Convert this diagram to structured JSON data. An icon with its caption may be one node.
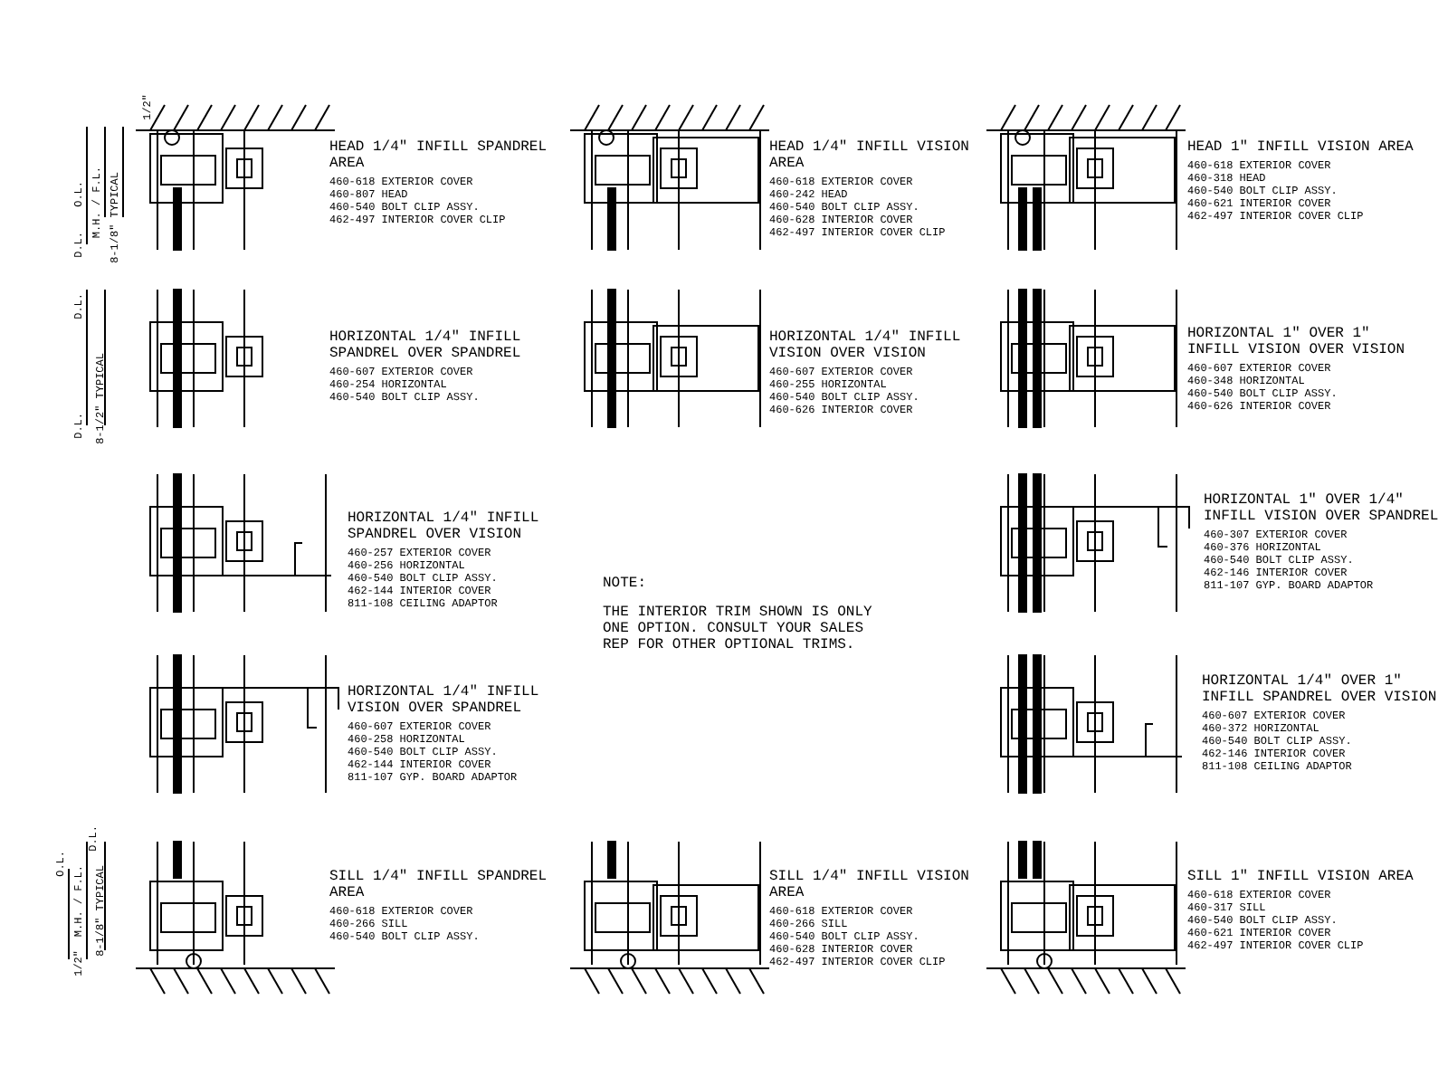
{
  "diagram": {
    "labels": [
      "1/2\"",
      "O.L.",
      "M.H. / F.L.",
      "8-1/8\" TYPICAL",
      "D.L.",
      "HEAD 1/4\" INFILL SPANDREL AREA",
      "460-618 EXTERIOR COVER",
      "460-807 HEAD",
      "460-540 BOLT CLIP ASSY.",
      "462-497 INTERIOR COVER CLIP",
      "HEAD 1/4\" INFILL VISION AREA",
      "460-618 EXTERIOR COVER",
      "460-242 HEAD",
      "460-540 BOLT CLIP ASSY.",
      "460-628 INTERIOR COVER",
      "462-497 INTERIOR COVER CLIP",
      "HEAD 1\" INFILL VISION AREA",
      "460-618 EXTERIOR COVER",
      "460-318 HEAD",
      "460-540 BOLT CLIP ASSY.",
      "460-621 INTERIOR COVER",
      "462-497 INTERIOR COVER CLIP",
      "D.L.",
      "8-1/2\" TYPICAL",
      "D.L.",
      "HORIZONTAL 1/4\" INFILL SPANDREL OVER SPANDREL",
      "460-607 EXTERIOR COVER",
      "460-254 HORIZONTAL",
      "460-540 BOLT CLIP ASSY.",
      "HORIZONTAL 1/4\" INFILL VISION OVER VISION",
      "460-607 EXTERIOR COVER",
      "460-255 HORIZONTAL",
      "460-540 BOLT CLIP ASSY.",
      "460-626 INTERIOR COVER",
      "HORIZONTAL 1\" OVER 1\" INFILL VISION OVER VISION",
      "460-607 EXTERIOR COVER",
      "460-348 HORIZONTAL",
      "460-540 BOLT CLIP ASSY.",
      "460-626 INTERIOR COVER",
      "HORIZONTAL 1/4\" INFILL SPANDREL OVER VISION",
      "460-257 EXTERIOR COVER",
      "460-256 HORIZONTAL",
      "460-540 BOLT CLIP ASSY.",
      "462-144 INTERIOR COVER",
      "811-108 CEILING ADAPTOR",
      "HORIZONTAL 1\" OVER 1/4\" INFILL VISION OVER SPANDREL",
      "460-307 EXTERIOR COVER",
      "460-376 HORIZONTAL",
      "460-540 BOLT CLIP ASSY.",
      "462-146 INTERIOR COVER",
      "811-107 GYP. BOARD ADAPTOR",
      "NOTE:",
      "THE INTERIOR TRIM SHOWN IS ONLY ONE OPTION. CONSULT YOUR SALES REP FOR OTHER OPTIONAL TRIMS.",
      "HORIZONTAL 1/4\" INFILL VISION OVER SPANDREL",
      "460-607 EXTERIOR COVER",
      "460-258 HORIZONTAL",
      "460-540 BOLT CLIP ASSY.",
      "462-144 INTERIOR COVER",
      "811-107 GYP. BOARD ADAPTOR",
      "HORIZONTAL 1/4\" OVER 1\" INFILL SPANDREL OVER VISION",
      "460-607 EXTERIOR COVER",
      "460-372 HORIZONTAL",
      "460-540 BOLT CLIP ASSY.",
      "462-146 INTERIOR COVER",
      "811-108 CEILING ADAPTOR",
      "O.L.",
      "M.H. / F.L.",
      "8-1/8\" TYPICAL",
      "D.L.",
      "1/2\"",
      "SILL 1/4\" INFILL SPANDREL AREA",
      "460-618 EXTERIOR COVER",
      "460-266 SILL",
      "460-540 BOLT CLIP ASSY.",
      "SILL 1/4\" INFILL VISION AREA",
      "460-618 EXTERIOR COVER",
      "460-266 SILL",
      "460-540 BOLT CLIP ASSY.",
      "460-628 INTERIOR COVER",
      "462-497 INTERIOR COVER CLIP",
      "SILL 1\" INFILL VISION AREA",
      "460-618 EXTERIOR COVER",
      "460-317 SILL",
      "460-540 BOLT CLIP ASSY.",
      "460-621 INTERIOR COVER",
      "462-497 INTERIOR COVER CLIP"
    ]
  }
}
